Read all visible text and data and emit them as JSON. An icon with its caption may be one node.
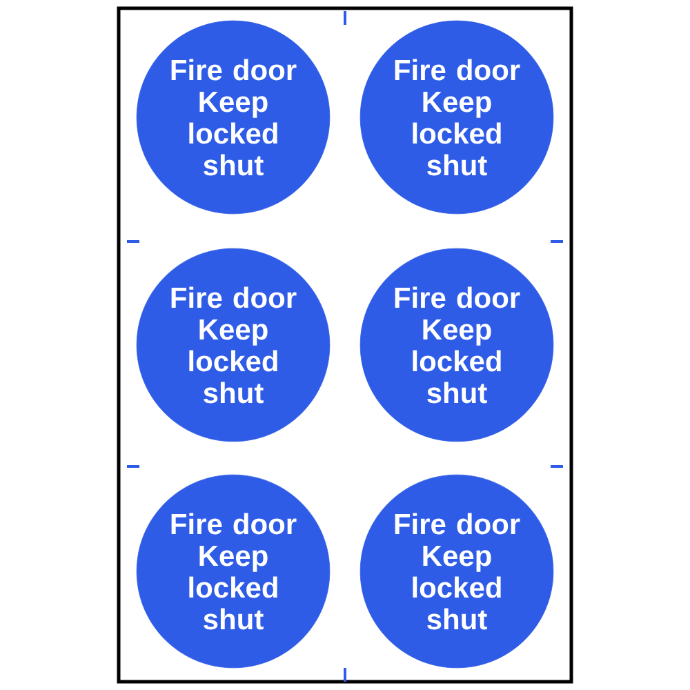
{
  "diagram": {
    "nodes": [
      {
        "text": [
          "Fire door Keep locked shut"
        ]
      },
      {
        "text": [
          "Fire door Keep locked shut"
        ]
      },
      {
        "text": [
          "Fire door Keep locked shut"
        ]
      },
      {
        "text": [
          "Fire door Keep locked shut"
        ]
      },
      {
        "text": [
          "Fire door Keep locked shut"
        ]
      },
      {
        "text": [
          "Fire door Keep locked shut"
        ]
      }
    ]
  }
}
